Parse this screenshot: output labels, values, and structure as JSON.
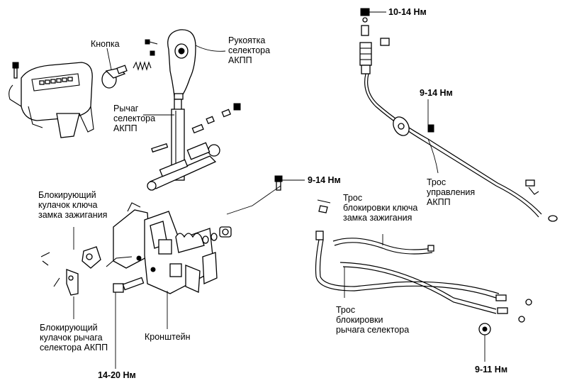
{
  "labels": {
    "knob_button": "Кнопка",
    "shift_knob": "Рукоятка\nселектора\nАКПП",
    "selector_lever": "Рычаг\nселектора\nАКПП",
    "ignition_lock_cam": "Блокирующий\nкулачок ключа\nзамка зажигания",
    "lever_lock_cam": "Блокирующий\nкулачок рычага\nселектора АКПП",
    "bracket": "Кронштейн",
    "control_cable": "Трос\nуправления\nАКПП",
    "ignition_lock_cable": "Трос\nблокировки ключа\nзамка зажигания",
    "lever_lock_cable": "Трос\nблокировки\nрычага селектора"
  },
  "torques": {
    "cable_top_nut": "10-14 Нм",
    "cable_bracket_bolt": "9-14 Нм",
    "bracket_bolt": "9-14 Нм",
    "bottom_bolt": "14-20 Нм",
    "cable_end_nut": "9-11 Нм"
  }
}
